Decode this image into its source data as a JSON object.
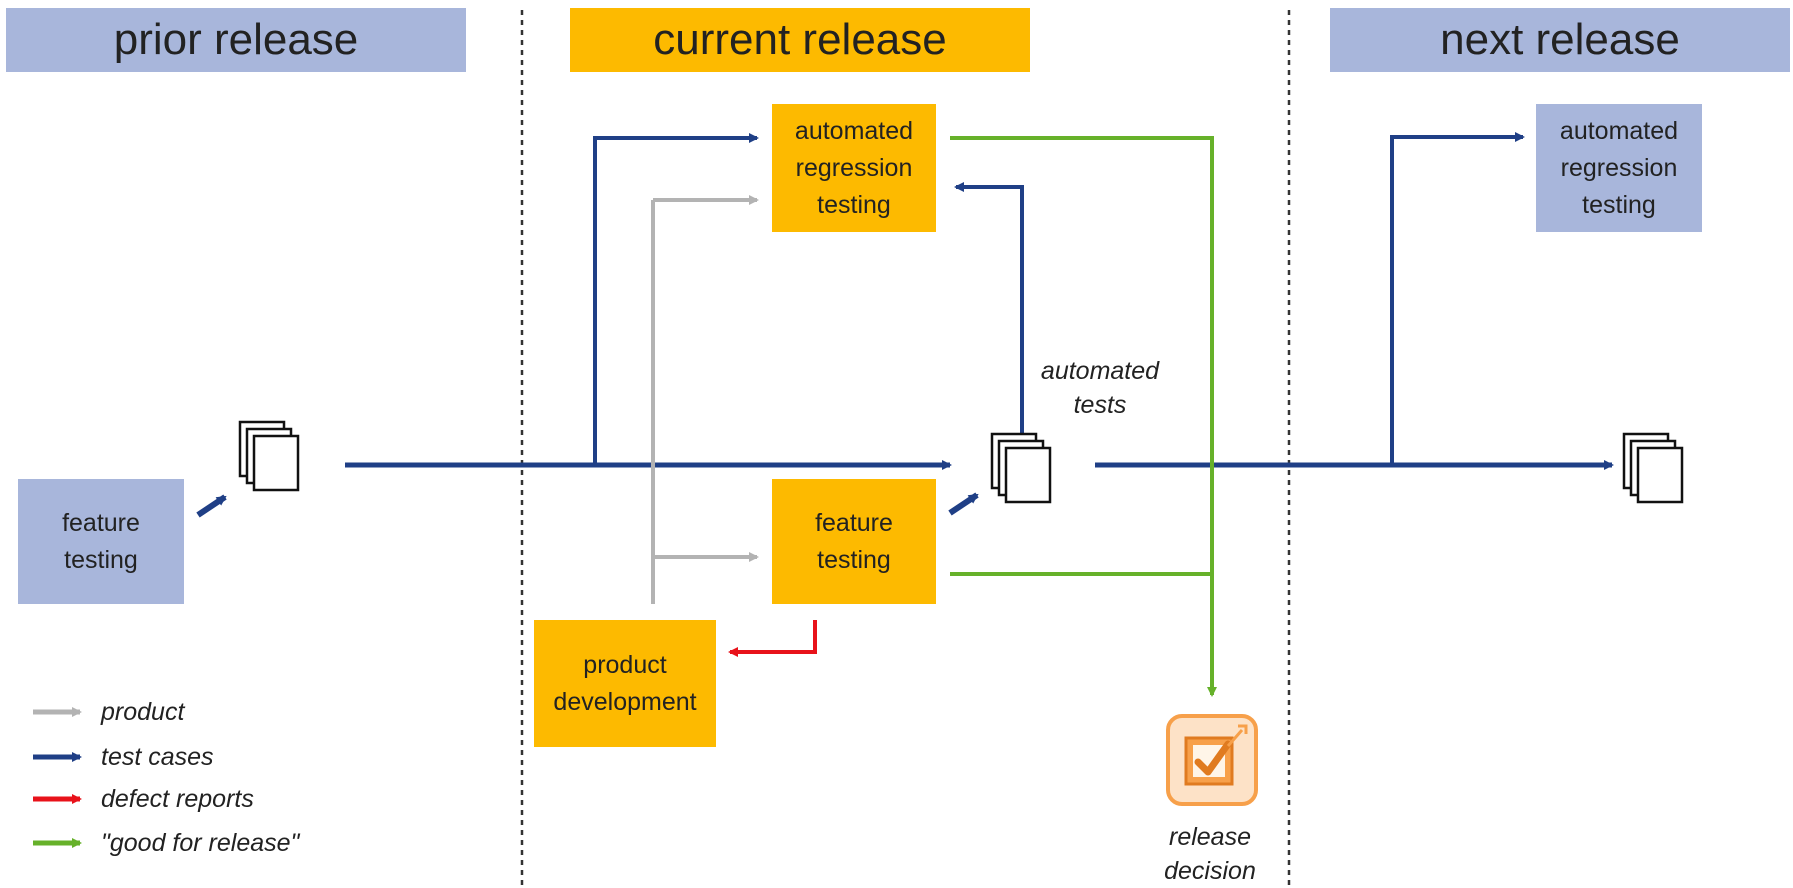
{
  "headers": {
    "prior": "prior release",
    "current": "current release",
    "next": "next release"
  },
  "boxes": {
    "prior_feature_testing": [
      "feature",
      "testing"
    ],
    "current_auto_regression": [
      "automated",
      "regression",
      "testing"
    ],
    "current_feature_testing": [
      "feature",
      "testing"
    ],
    "product_development": [
      "product",
      "development"
    ],
    "next_auto_regression": [
      "automated",
      "regression",
      "testing"
    ]
  },
  "annotations": {
    "automated_tests": [
      "automated",
      "tests"
    ],
    "release_decision": [
      "release",
      "decision"
    ]
  },
  "legend": [
    {
      "label": "product",
      "color": "#b3b3b3"
    },
    {
      "label": "test cases",
      "color": "#1f3f86"
    },
    {
      "label": "defect reports",
      "color": "#e8121a"
    },
    {
      "label": "\"good for release\"",
      "color": "#66b12a"
    }
  ],
  "colors": {
    "blue": "#1f3f86",
    "gray": "#b3b3b3",
    "red": "#e8121a",
    "green": "#66b12a",
    "orange": "#fdba00",
    "lavender": "#a8b6db",
    "decision_icon": "#f7a04a"
  },
  "icons": [
    "document-stack-icon",
    "checkbox-decision-icon"
  ]
}
